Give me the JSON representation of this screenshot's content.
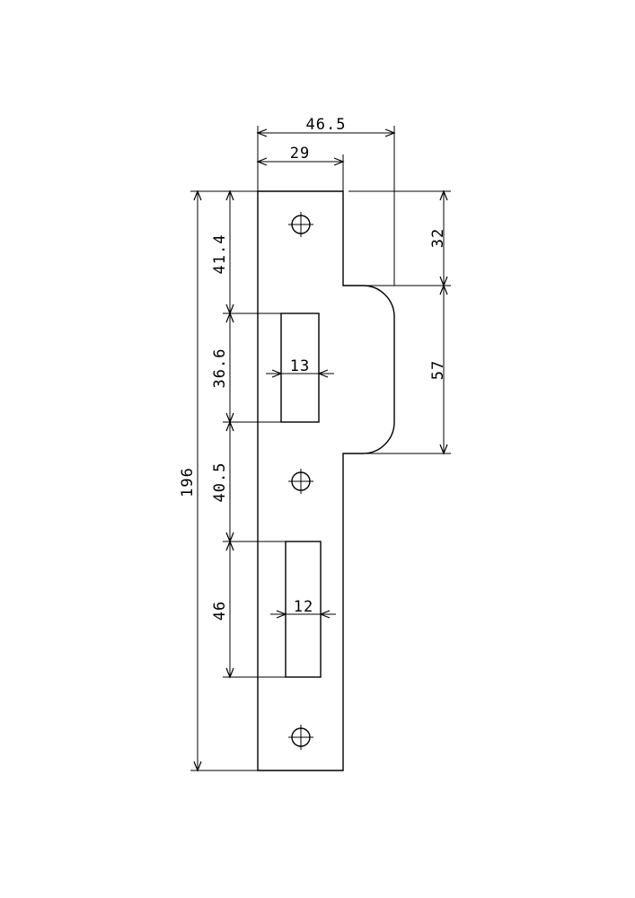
{
  "dimensions": {
    "overall_width": "46.5",
    "plate_width": "29",
    "total_height": "196",
    "top_to_strike": "41.4",
    "strike_slot_height": "36.6",
    "strike_slot_width": "13",
    "between_slots": "40.5",
    "latch_slot_height": "46",
    "latch_slot_width": "12",
    "lip_offset_top": "32",
    "lip_height": "57"
  },
  "colors": {
    "line": "#000000",
    "background": "#ffffff"
  }
}
